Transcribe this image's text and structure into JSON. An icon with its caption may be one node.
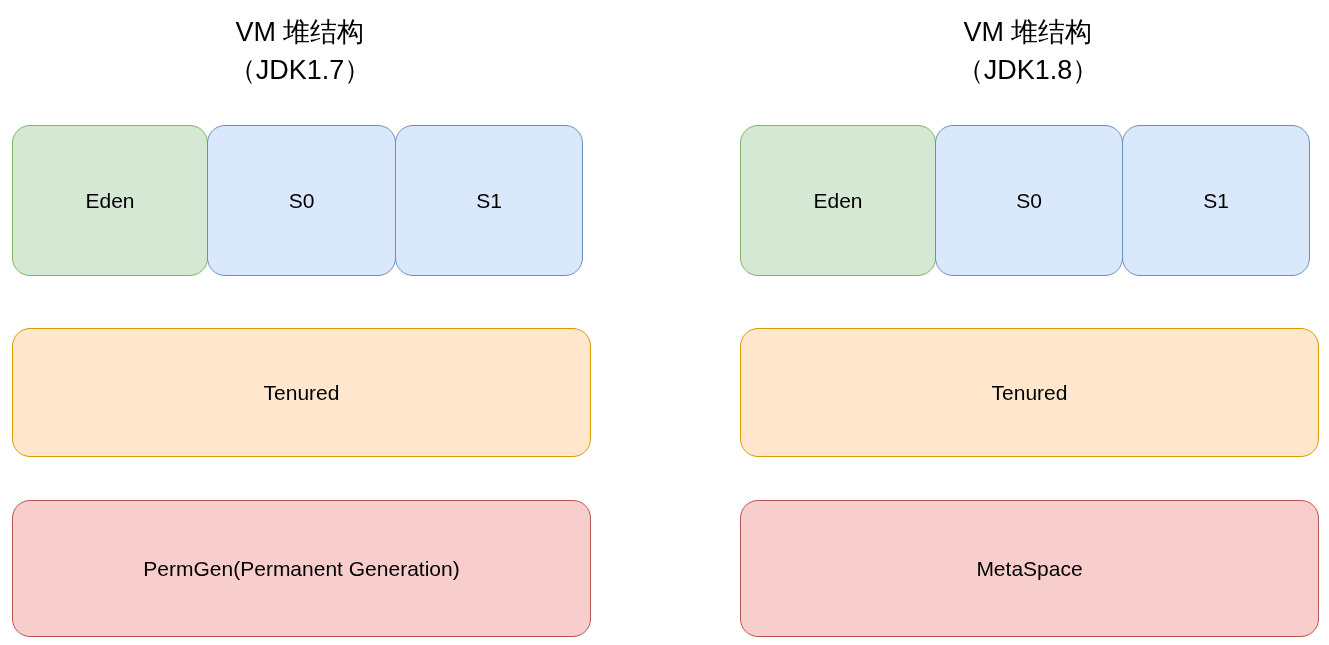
{
  "diagram": {
    "nodes": [
      {
        "text": [
          "Eden"
        ]
      },
      {
        "text": [
          "S0"
        ]
      },
      {
        "text": [
          "S1"
        ]
      },
      {
        "text": [
          "Tenured"
        ]
      },
      {
        "text": [
          "PermGen(Permanent Generation)"
        ]
      },
      {
        "text": [
          "Eden"
        ]
      },
      {
        "text": [
          "S0"
        ]
      },
      {
        "text": [
          "S1"
        ]
      },
      {
        "text": [
          "Tenured"
        ]
      },
      {
        "text": [
          "MetaSpace"
        ]
      }
    ],
    "labels": [
      "VM  堆结构",
      "VM  堆结构",
      "（JDK1.7）",
      "（JDK1.8）"
    ]
  }
}
